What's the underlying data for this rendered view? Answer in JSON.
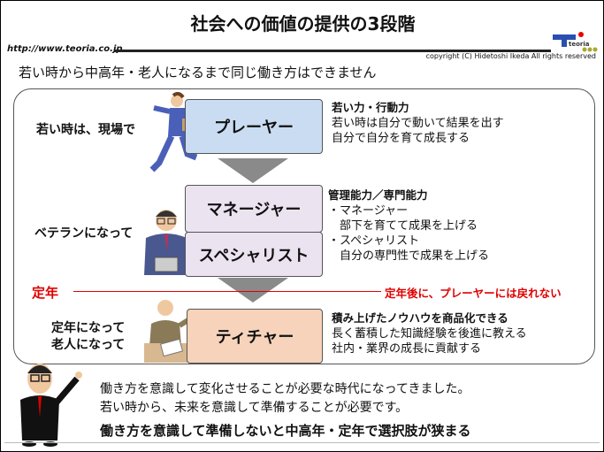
{
  "header": {
    "title": "社会への価値の提供の3段階",
    "url": "http://www.teoria.co.jp",
    "copyright": "copyright (C) Hidetoshi  Ikeda All rights reserved",
    "logo_text": "teoria"
  },
  "subtitle": "若い時から中高年・老人になるまで同じ働き方はできません",
  "stages": [
    {
      "left_label": "若い時は、現場で",
      "role": "プレーヤー",
      "heading": "若い力・行動力",
      "lines": [
        "若い時は自分で動いて結果を出す",
        "自分で自分を育て成長する"
      ]
    },
    {
      "left_label": "ベテランになって",
      "roles": [
        "マネージャー",
        "スペシャリスト"
      ],
      "heading": "管理能力／専門能力",
      "lines": [
        "・マネージャー",
        "　部下を育てて成果を上げる",
        "・スペシャリスト",
        "　自分の専門性で成果を上げる"
      ]
    },
    {
      "left_label_lines": [
        "定年になって",
        "老人になって"
      ],
      "role": "ティチャー",
      "heading": "積み上げたノウハウを商品化できる",
      "lines": [
        "長く蓄積した知識経験を後進に教える",
        "社内・業界の成長に貢献する"
      ]
    }
  ],
  "retirement": {
    "label": "定年",
    "note": "定年後に、プレーヤーには戻れない"
  },
  "footer": {
    "lines": [
      "働き方を意識して変化させることが必要な時代になってきました。",
      "若い時から、未来を意識して準備することが必要です。"
    ],
    "conclusion": "働き方を意識して準備しないと中高年・定年で選択肢が狭まる"
  },
  "colors": {
    "player": "#c9dcf2",
    "manager": "#ebe3f0",
    "teacher": "#f6d3ba",
    "accent": "#e00000",
    "arrow": "#8a8a8a"
  }
}
